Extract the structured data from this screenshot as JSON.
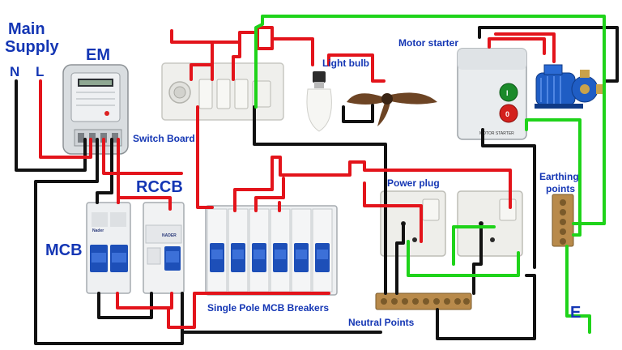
{
  "labels": {
    "main_supply_line1": "Main",
    "main_supply_line2": "Supply",
    "neutral": "N",
    "line": "L",
    "energy_meter": "EM",
    "switch_board": "Switch Board",
    "light_bulb": "Light bulb",
    "motor_starter": "Motor starter",
    "rccb": "RCCB",
    "mcb": "MCB",
    "power_plug": "Power plug",
    "earthing_points_line1": "Earthing",
    "earthing_points_line2": "points",
    "single_pole_mcb": "Single Pole MCB Breakers",
    "neutral_points": "Neutral Points",
    "earth": "E"
  },
  "device_text": {
    "breaker_brand": "Nader",
    "rccb_brand": "NADER",
    "starter_brand": "MOTOR STARTER",
    "start_button": "I",
    "stop_button": "0"
  },
  "wire_colors": {
    "live": "#e3141b",
    "neutral": "#111111",
    "earth": "#1fd31a"
  },
  "counts": {
    "single_pole_breakers": 6,
    "neutral_terminals": 9,
    "earth_terminals": 5
  }
}
